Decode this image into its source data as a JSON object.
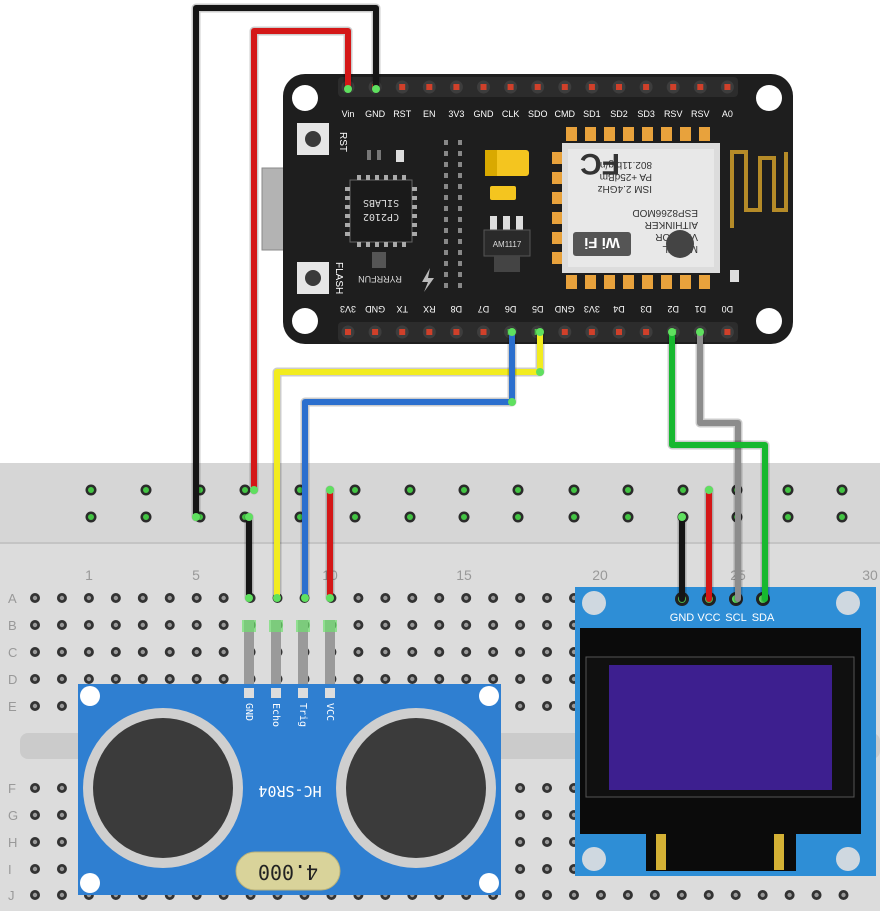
{
  "colors": {
    "board": "#1e1e1e",
    "breadboard": "#dcdcdc",
    "sensor": "#2f7fd1",
    "oled_pcb": "#2e8ed6",
    "oled_screen": "#3d1f8f",
    "wire_red": "#d41717",
    "wire_black": "#151515",
    "wire_yellow": "#f2ec1f",
    "wire_blue": "#2b6fce",
    "wire_green": "#17b82f",
    "wire_gray": "#8c8c8c"
  },
  "nodemcu": {
    "top_pins": [
      "Vin",
      "GND",
      "RST",
      "EN",
      "3V3",
      "GND",
      "CLK",
      "SDO",
      "CMD",
      "SD1",
      "SD2",
      "SD3",
      "RSV",
      "RSV",
      "A0"
    ],
    "bottom_pins": [
      "3V3",
      "GND",
      "TX",
      "RX",
      "D8",
      "D7",
      "D6",
      "D5",
      "GND",
      "3V3",
      "D4",
      "D3",
      "D2",
      "D1",
      "D0"
    ],
    "rst_label": "RST",
    "flash_label": "FLASH",
    "chip_lines": [
      "CP2102",
      "SILABS"
    ],
    "brand": "RYRRFUN",
    "regulator": "AM1117",
    "module": {
      "wifi": "Wi Fi",
      "lines": [
        "MODEL",
        "VENDOR",
        "AITHINKER",
        "ESP8266MOD",
        "ISM 2.4GHz",
        "PA +25dBm",
        "802.11b/g/n"
      ],
      "fc": "FC"
    }
  },
  "breadboard": {
    "column_numbers": [
      "1",
      "5",
      "10",
      "15",
      "20",
      "25",
      "30"
    ],
    "rows_top": [
      "A",
      "B",
      "C",
      "D",
      "E"
    ],
    "rows_bottom": [
      "F",
      "G",
      "H",
      "I",
      "J"
    ]
  },
  "hcsr04": {
    "pins": [
      "GND",
      "Echo",
      "Trig",
      "VCC"
    ],
    "name": "HC-SR04",
    "crystal": "4.000"
  },
  "oled": {
    "pins": [
      "GND",
      "VCC",
      "SCL",
      "SDA"
    ]
  }
}
